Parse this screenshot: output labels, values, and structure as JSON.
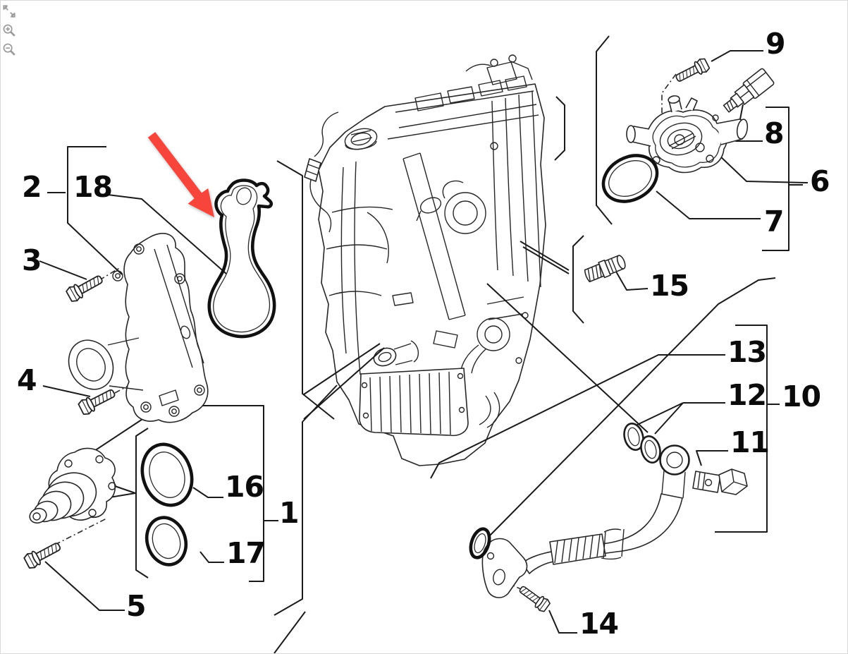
{
  "toolbar": {
    "icons": [
      {
        "name": "fit-to-view-icon"
      },
      {
        "name": "zoom-in-icon"
      },
      {
        "name": "zoom-out-icon"
      }
    ]
  },
  "diagram": {
    "type": "exploded-parts-diagram",
    "line_color": "#1a1a1a",
    "highlight_arrow": {
      "color": "#f8453c",
      "points_to_part_label": "18"
    },
    "callouts": [
      {
        "label": "1"
      },
      {
        "label": "2"
      },
      {
        "label": "3"
      },
      {
        "label": "4"
      },
      {
        "label": "5"
      },
      {
        "label": "6"
      },
      {
        "label": "7"
      },
      {
        "label": "8"
      },
      {
        "label": "9"
      },
      {
        "label": "10"
      },
      {
        "label": "11"
      },
      {
        "label": "12"
      },
      {
        "label": "13"
      },
      {
        "label": "14"
      },
      {
        "label": "15"
      },
      {
        "label": "16"
      },
      {
        "label": "17"
      },
      {
        "label": "18"
      }
    ]
  }
}
